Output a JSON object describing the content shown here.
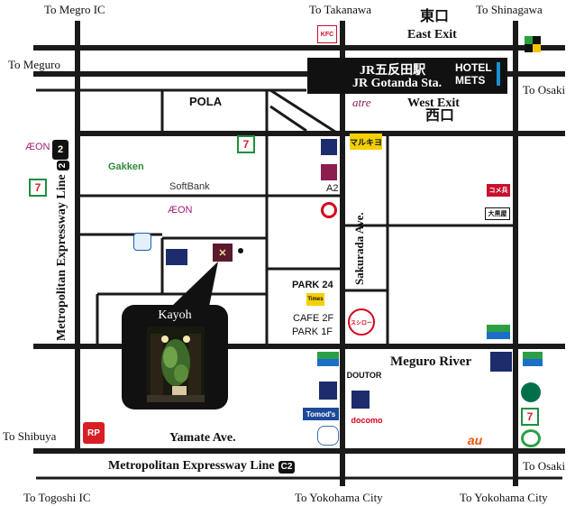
{
  "labels": {
    "to_megro_ic": "To Megro IC",
    "to_takanawa": "To Takanawa",
    "to_shinagawa": "To Shinagawa",
    "to_meguro": "To Meguro",
    "to_osaki_top": "To Osaki",
    "to_shibuya": "To Shibuya",
    "to_osaki_bottom": "To Osaki",
    "to_togoshi_ic": "To Togoshi IC",
    "to_yokohama_city_1": "To Yokohama City",
    "to_yokohama_city_2": "To Yokohama City"
  },
  "exits": {
    "east_jp": "東口",
    "east_en": "East Exit",
    "west_en": "West Exit",
    "west_jp": "西口"
  },
  "station": {
    "name_jp": "JR五反田駅",
    "name_en": "JR Gotanda Sta.",
    "hotel_line1": "HOTEL",
    "hotel_line2": "METS"
  },
  "roads": {
    "metropolitan_line_vertical": "Metropolitan Expressway Line",
    "metropolitan_line_vertical_badge": "2",
    "metropolitan_line_bottom": "Metropolitan Expressway Line",
    "metropolitan_line_bottom_badge": "C2",
    "sakurada_ave": "Sakurada Ave.",
    "yamate_ave": "Yamate Ave.",
    "meguro_river": "Meguro River"
  },
  "places": {
    "pola": "POLA",
    "gakken": "Gakken",
    "softbank": "SoftBank",
    "aeon_center": "ÆON",
    "aeon_left": "ÆON",
    "atre": "atre",
    "a2": "A2",
    "park24": "PARK 24",
    "times": "Times",
    "cafe": "CAFE 2F",
    "park": "PARK 1F",
    "doutor": "DOUTOR",
    "tomods": "Tomod's",
    "docomo": "docomo",
    "au": "au",
    "kayoh": "Kayoh",
    "marukyo": "マルキヨ",
    "komehyo": "コメ兵",
    "daikokuya": "大黒屋",
    "sushiro": "スシロー",
    "kfc": "KFC",
    "seven_eleven": "7"
  },
  "colors": {
    "road": "#1a1a1a",
    "callout": "#111111",
    "station_bg": "#111111",
    "hotel_accent": "#1a8fd6",
    "aeon": "#a0207a",
    "gakken": "#2c8c3a",
    "seven_green": "#1e8f3e",
    "seven_orange": "#f08a1c",
    "seven_red": "#d81f26",
    "starbucks": "#00704a",
    "docomo": "#d6001c",
    "au": "#eb5505",
    "atre": "#8c1d4f",
    "navy": "#1d2c6b"
  }
}
